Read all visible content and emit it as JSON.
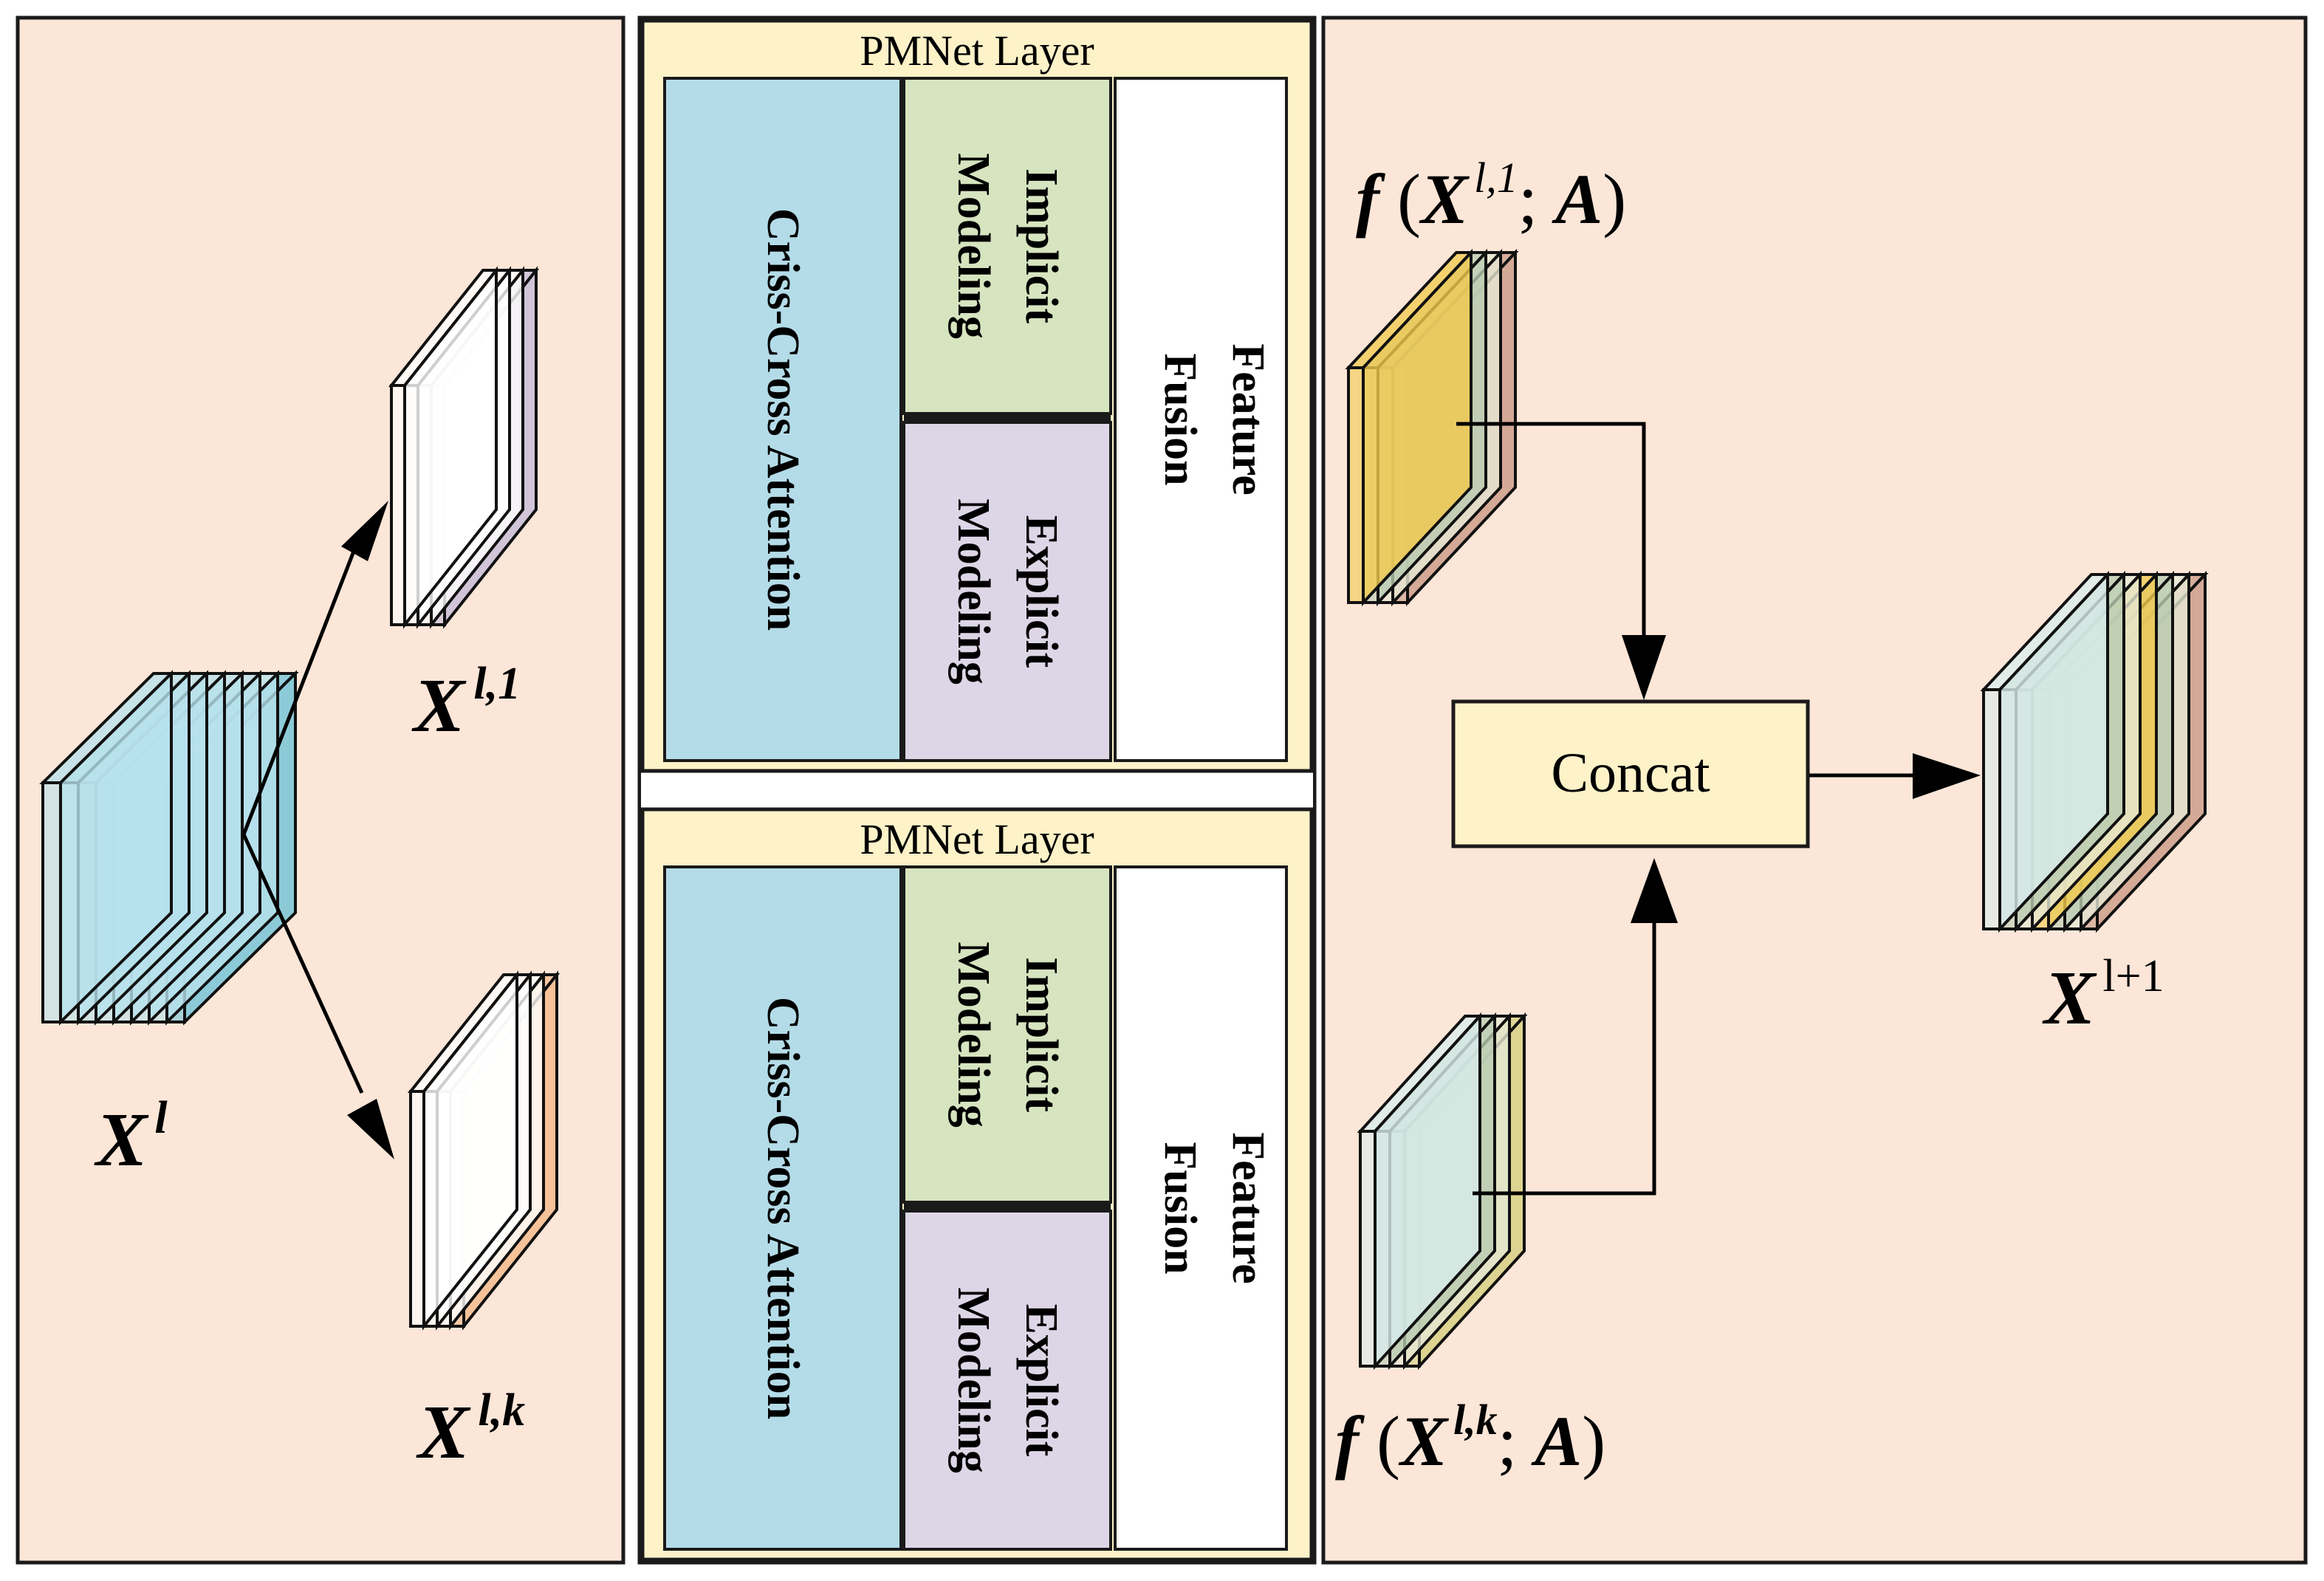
{
  "pmnet_layers": [
    {
      "title": "PMNet Layer",
      "attention": "Criss-Cross Attention",
      "implicit": [
        "Implicit",
        "Modeling"
      ],
      "explicit": [
        "Explicit",
        "Modeling"
      ],
      "fusion": [
        "Feature",
        "Fusion"
      ]
    },
    {
      "title": "PMNet Layer",
      "attention": "Criss-Cross Attention",
      "implicit": [
        "Implicit",
        "Modeling"
      ],
      "explicit": [
        "Explicit",
        "Modeling"
      ],
      "fusion": [
        "Feature",
        "Fusion"
      ]
    }
  ],
  "labels": {
    "x_l": {
      "base": "X",
      "sup": "l"
    },
    "x_l1": {
      "base": "X",
      "sup": "l,1"
    },
    "x_lk": {
      "base": "X",
      "sup": "l,k"
    },
    "x_lplus1": {
      "base": "X",
      "sup": "l+1"
    },
    "f_l1": {
      "f": "f",
      "open": " (",
      "base": "X",
      "sup": "l,1",
      "sep": "; ",
      "arg": "A",
      "close": ")"
    },
    "f_lk": {
      "f": "f",
      "open": " (",
      "base": "X",
      "sup": "l,k",
      "sep": "; ",
      "arg": "A",
      "close": ")"
    }
  },
  "concat_label": "Concat",
  "colors": {
    "panel_bg": "#fce6d8",
    "layer_bg": "#fdf2c8",
    "attention": "#b4dce8",
    "implicit": "#d6e4bf",
    "explicit": "#dcd6e6",
    "fusion": "#ffffff",
    "concat": "#fdf2c8",
    "input_tensor": "#6fc3d8",
    "split_1": "#c5bcd8",
    "split_k": "#f4b98a",
    "out_1": "#c99a86",
    "out_k": "#d4cf80",
    "yellow": "#f2c94c",
    "sage": "#b8cbb0"
  }
}
